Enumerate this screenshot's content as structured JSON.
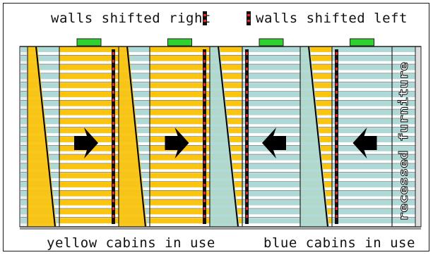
{
  "labels": {
    "walls_shifted_right": "walls shifted right",
    "walls_shifted_left": "walls shifted left",
    "yellow_cabins": "yellow cabins in use",
    "blue_cabins": "blue cabins in use",
    "recessed_furniture": "recessed furniture"
  },
  "colors": {
    "yellow": "#fbc40e",
    "blue": "#aed9d6",
    "indicator": "#2fd12f",
    "wall": "#111111",
    "wall_accent": "#e02a2a",
    "structure": "#9a9a9a"
  },
  "modules": [
    {
      "id": "module-1",
      "state": "yellow cabins in use",
      "arrow": "right-arrow-icon"
    },
    {
      "id": "module-2",
      "state": "yellow cabins in use",
      "arrow": "right-arrow-icon"
    },
    {
      "id": "module-3",
      "state": "blue cabins in use",
      "arrow": "left-arrow-icon"
    },
    {
      "id": "module-4",
      "state": "blue cabins in use",
      "arrow": "left-arrow-icon"
    }
  ]
}
